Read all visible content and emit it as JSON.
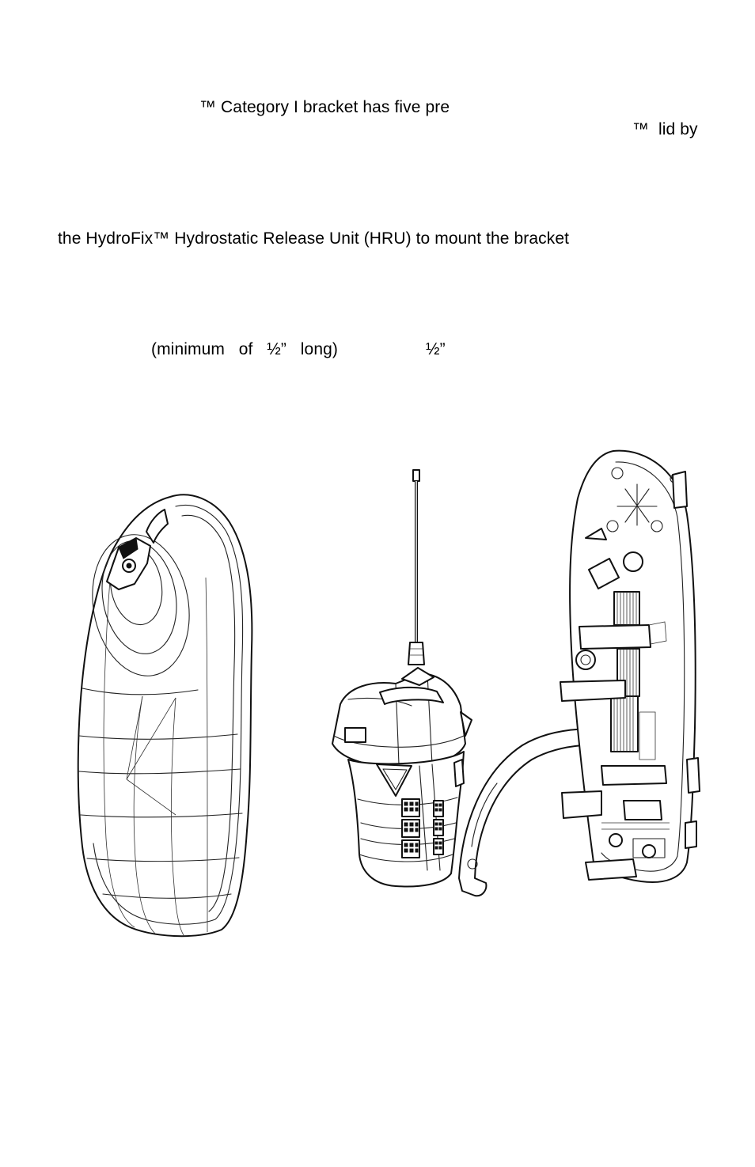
{
  "text": {
    "line1": "™ Category I bracket has five pre",
    "line2": "™  lid by",
    "line3": "the HydroFix™ Hydrostatic Release Unit (HRU) to mount the bracket",
    "line4": "(minimum   of   ½”   long)",
    "line5": "½”"
  },
  "illustration": {
    "parts": [
      "bracket-lid",
      "beacon",
      "bracket-base"
    ]
  }
}
